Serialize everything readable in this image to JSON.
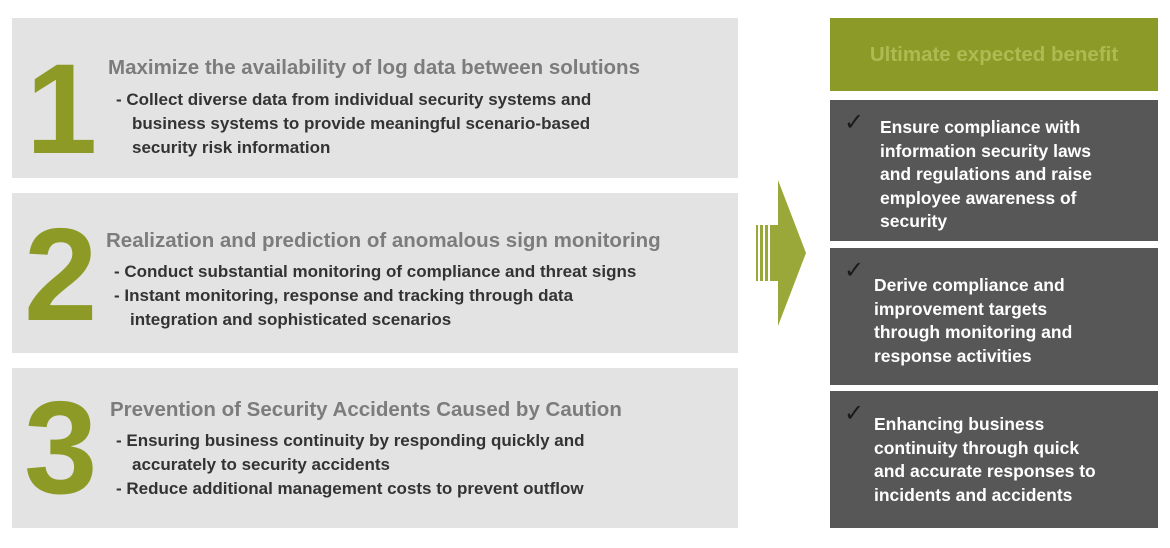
{
  "steps": [
    {
      "number": "1",
      "title": "Maximize the availability of log data between solutions",
      "bullets": [
        "- Collect diverse data from individual security systems and\nbusiness systems to provide meaningful scenario-based\nsecurity risk information"
      ]
    },
    {
      "number": "2",
      "title": "Realization and prediction of anomalous sign monitoring",
      "bullets": [
        "- Conduct substantial monitoring of compliance and threat signs",
        "- Instant monitoring, response and tracking through data\nintegration and sophisticated scenarios"
      ]
    },
    {
      "number": "3",
      "title": "Prevention of Security Accidents Caused by Caution",
      "bullets": [
        "- Ensuring business continuity by responding quickly and\naccurately to security accidents",
        "- Reduce additional management costs to prevent outflow"
      ]
    }
  ],
  "benefit_header": "Ultimate expected benefit",
  "benefits": [
    "Ensure compliance with\ninformation security laws\nand regulations and raise\nemployee awareness of\nsecurity",
    "Derive compliance and\nimprovement targets\nthrough monitoring and\nresponse activities",
    "Enhancing business\ncontinuity through quick\nand accurate responses to\nincidents and accidents"
  ],
  "check_glyph": "✓",
  "colors": {
    "accent_green": "#8c9b27",
    "panel_gray": "#e3e3e3",
    "benefit_dark": "#575757"
  }
}
